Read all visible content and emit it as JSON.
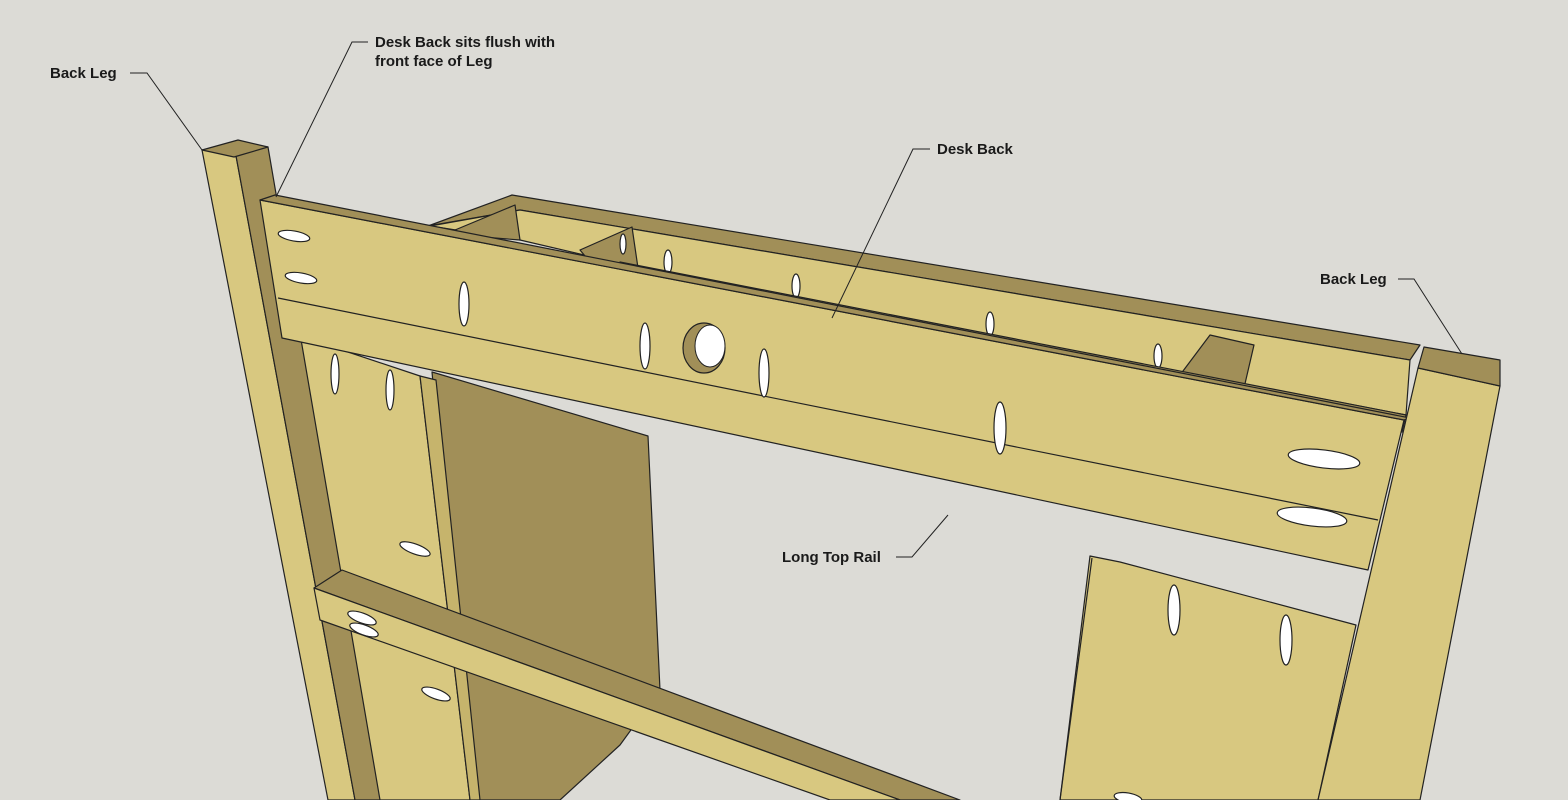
{
  "labels": {
    "back_leg_left": "Back Leg",
    "desk_back_note_line1": "Desk Back sits flush with",
    "desk_back_note_line2": "front face of Leg",
    "desk_back": "Desk Back",
    "back_leg_right": "Back Leg",
    "long_top_rail": "Long Top Rail"
  },
  "colors": {
    "background": "#dcdbd6",
    "wood_light": "#d8c880",
    "wood_dark": "#a18f58",
    "outline": "#222222"
  }
}
